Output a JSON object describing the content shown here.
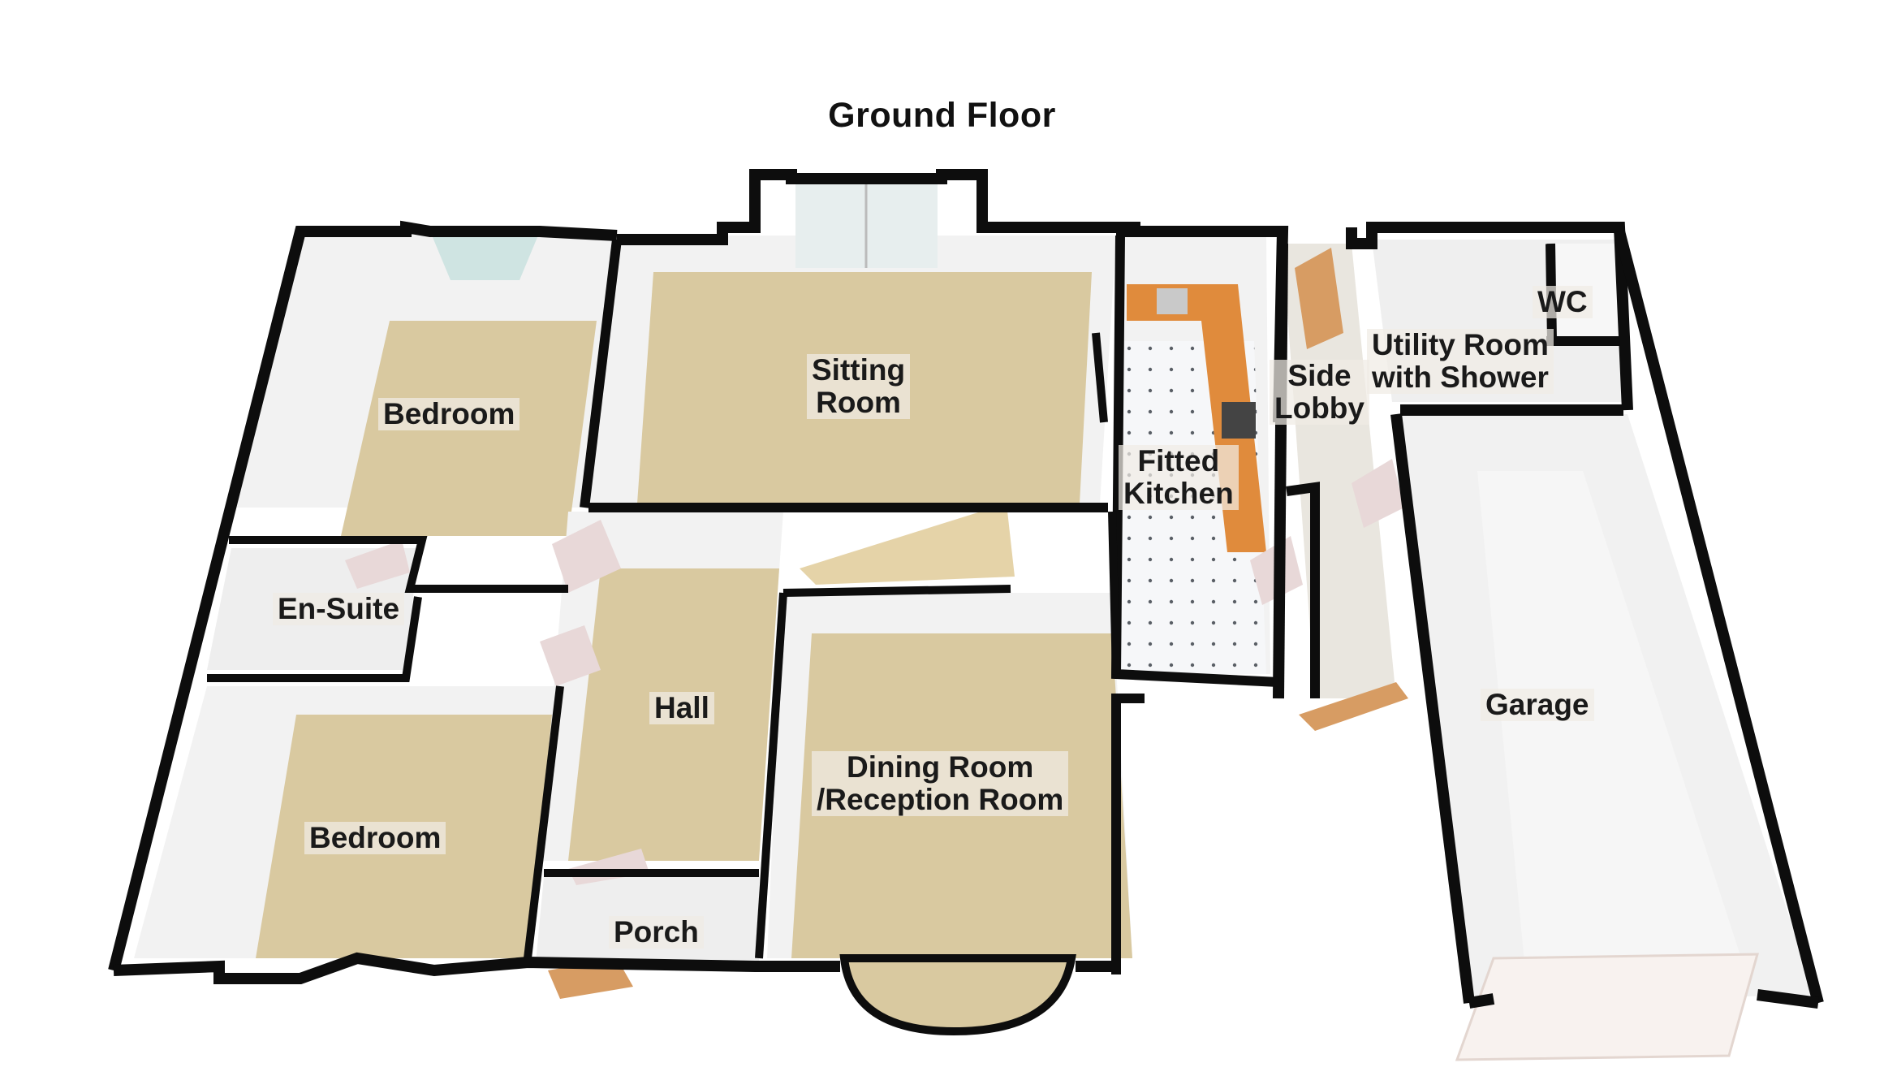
{
  "floor": {
    "title": "Ground Floor"
  },
  "rooms": {
    "bedroom_1": {
      "label": "Bedroom"
    },
    "sitting_room": {
      "line1": "Sitting",
      "line2": "Room"
    },
    "fitted_kitchen": {
      "line1": "Fitted",
      "line2": "Kitchen"
    },
    "side_lobby": {
      "line1": "Side",
      "line2": "Lobby"
    },
    "utility_room": {
      "line1": "Utility Room",
      "line2": "with Shower"
    },
    "wc": {
      "label": "WC"
    },
    "en_suite": {
      "label": "En-Suite"
    },
    "hall": {
      "label": "Hall"
    },
    "dining_room": {
      "line1": "Dining Room",
      "line2": "/Reception Room"
    },
    "bedroom_2": {
      "label": "Bedroom"
    },
    "porch": {
      "label": "Porch"
    },
    "garage": {
      "label": "Garage"
    }
  },
  "colors": {
    "wall": "#0d0d0d",
    "carpet": "#d9c9a0",
    "inner_wall": "#f2f2f2",
    "tile_floor": "#f4f6f8",
    "garage_floor": "#f1f1f1",
    "worktop": "#e08b3c",
    "window": "#cfe4e2",
    "door": "#d79c63"
  }
}
